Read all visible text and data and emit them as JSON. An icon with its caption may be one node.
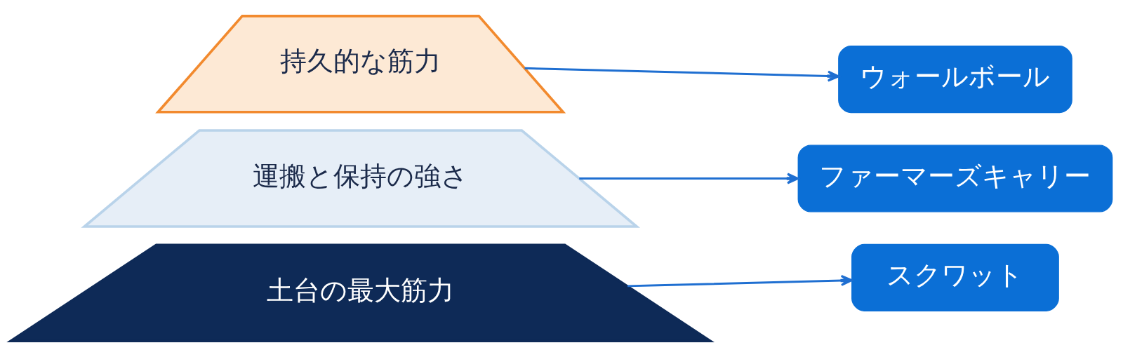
{
  "diagram": {
    "nodes": [
      {
        "text": [
          "持久的な筋力"
        ]
      },
      {
        "text": [
          "運搬と保持の強さ"
        ]
      },
      {
        "text": [
          "土台の最大筋力"
        ]
      },
      {
        "text": [
          "ウォールボール"
        ]
      },
      {
        "text": [
          "ファーマーズキャリー"
        ]
      },
      {
        "text": [
          "スクワット"
        ]
      }
    ],
    "edges": [
      {
        "from": 0,
        "to": 3,
        "arrow": "to"
      },
      {
        "from": 1,
        "to": 4,
        "arrow": "to"
      },
      {
        "from": 2,
        "to": 5,
        "arrow": "to"
      }
    ]
  }
}
